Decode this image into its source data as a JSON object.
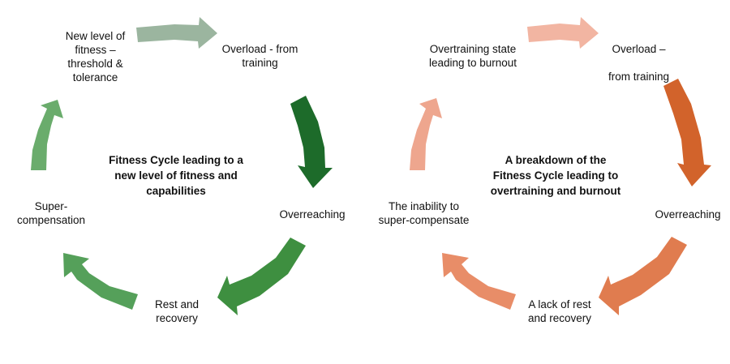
{
  "left_cycle": {
    "title": "Fitness Cycle leading to a\nnew level of fitness and\ncapabilities",
    "labels": {
      "overload": "Overload - from\ntraining",
      "overreaching": "Overreaching",
      "rest": "Rest and\nrecovery",
      "supercompensation": "Super-\ncompensation",
      "new_level": "New level of\nfitness –\nthreshold &\ntolerance"
    },
    "arrow_colors": [
      "#9bb59f",
      "#1d6b2a",
      "#3e8f40",
      "#55a05a",
      "#6aac6c"
    ]
  },
  "right_cycle": {
    "title": "A breakdown of the\nFitness Cycle leading to\novertraining and burnout",
    "labels": {
      "overload": "Overload –\n\nfrom training",
      "overreaching": "Overreaching",
      "lack_rest": "A lack of rest\nand recovery",
      "inability": "The inability to\nsuper-compensate",
      "overtraining": "Overtraining state\nleading to burnout"
    },
    "arrow_colors": [
      "#f2b5a2",
      "#d2632b",
      "#e07c4f",
      "#e88d68",
      "#eea68e"
    ]
  }
}
